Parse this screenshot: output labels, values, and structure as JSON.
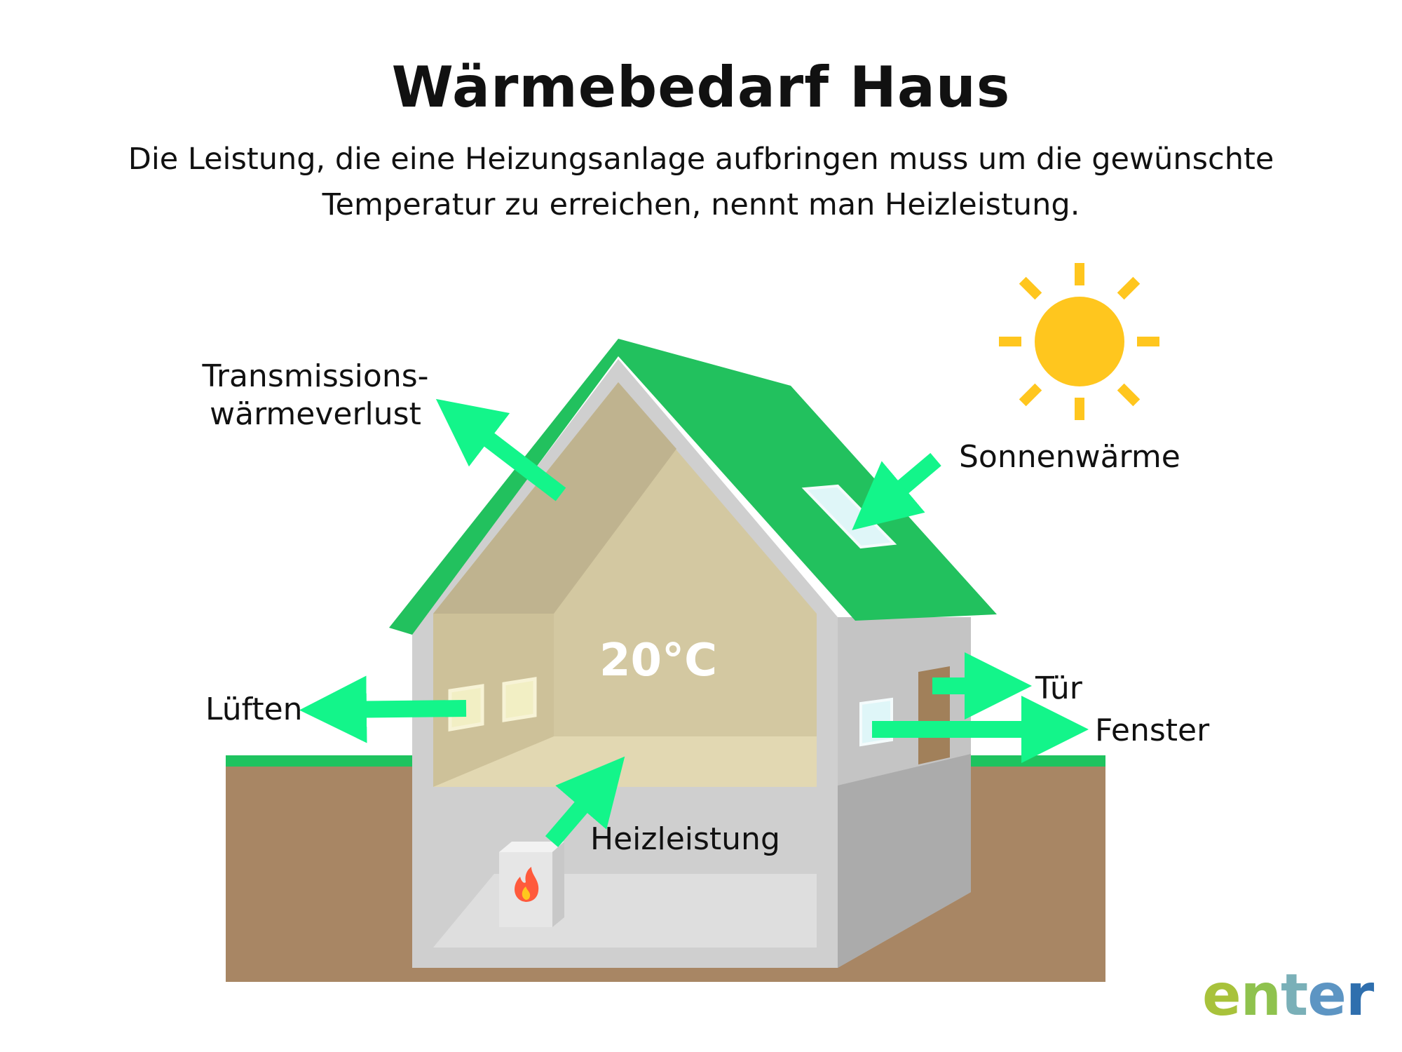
{
  "title": "Wärmebedarf Haus",
  "subtitle": "Die Leistung, die eine Heizungsanlage aufbringen muss um die gewünschte Temperatur zu erreichen, nennt man Heizleistung.",
  "labels": {
    "transmission_line1": "Transmissions-",
    "transmission_line2": "wärmeverlust",
    "sun": "Sonnenwärme",
    "lueften": "Lüften",
    "tuer": "Tür",
    "fenster": "Fenster",
    "heizleistung": "Heizleistung",
    "temperature": "20°C"
  },
  "brand": {
    "letters": [
      "e",
      "n",
      "t",
      "e",
      "r"
    ],
    "colors": [
      "#a8c23b",
      "#8fc24e",
      "#7ab0b8",
      "#5d95c3",
      "#2f6fae"
    ]
  },
  "colors": {
    "roof": "#22c15e",
    "arrow": "#13f58a",
    "soil": "#a88664",
    "grass": "#1fc35f",
    "sun": "#ffc61e",
    "wall_outer": "#cfcfcf",
    "room": "#d3c8a1",
    "attic": "#bfb38f",
    "floor": "#e2d8b2",
    "basement": "#d8d8d8"
  }
}
